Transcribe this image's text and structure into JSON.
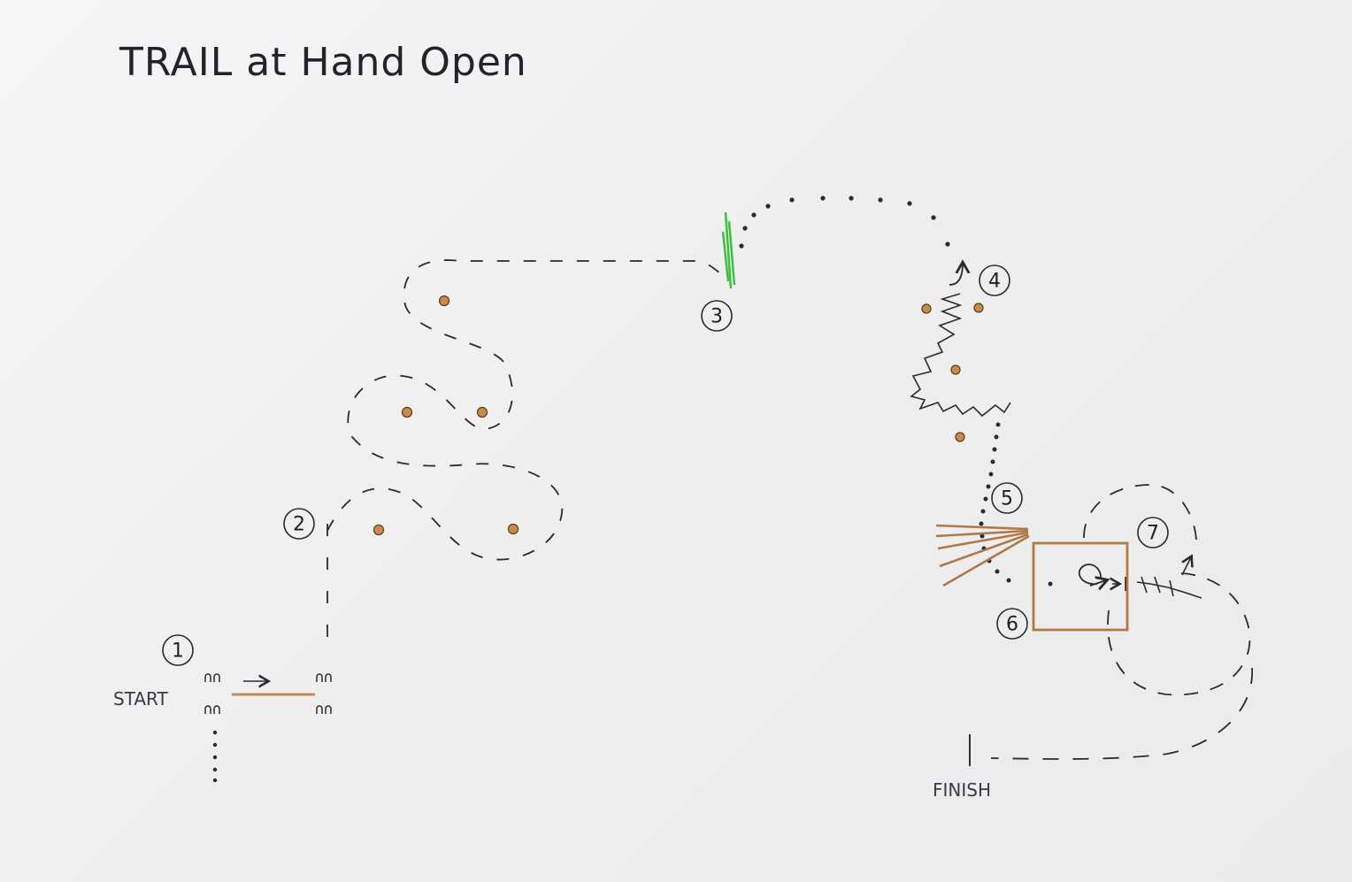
{
  "title": "TRAIL at Hand Open",
  "labels": {
    "start": "START",
    "finish": "FINISH"
  },
  "stations": [
    "1",
    "2",
    "3",
    "4",
    "5",
    "6",
    "7"
  ],
  "colors": {
    "ink": "#2a2a30",
    "marker": "#c98a4a",
    "pole": "#b07a48",
    "grass": "#3fbf3f"
  }
}
